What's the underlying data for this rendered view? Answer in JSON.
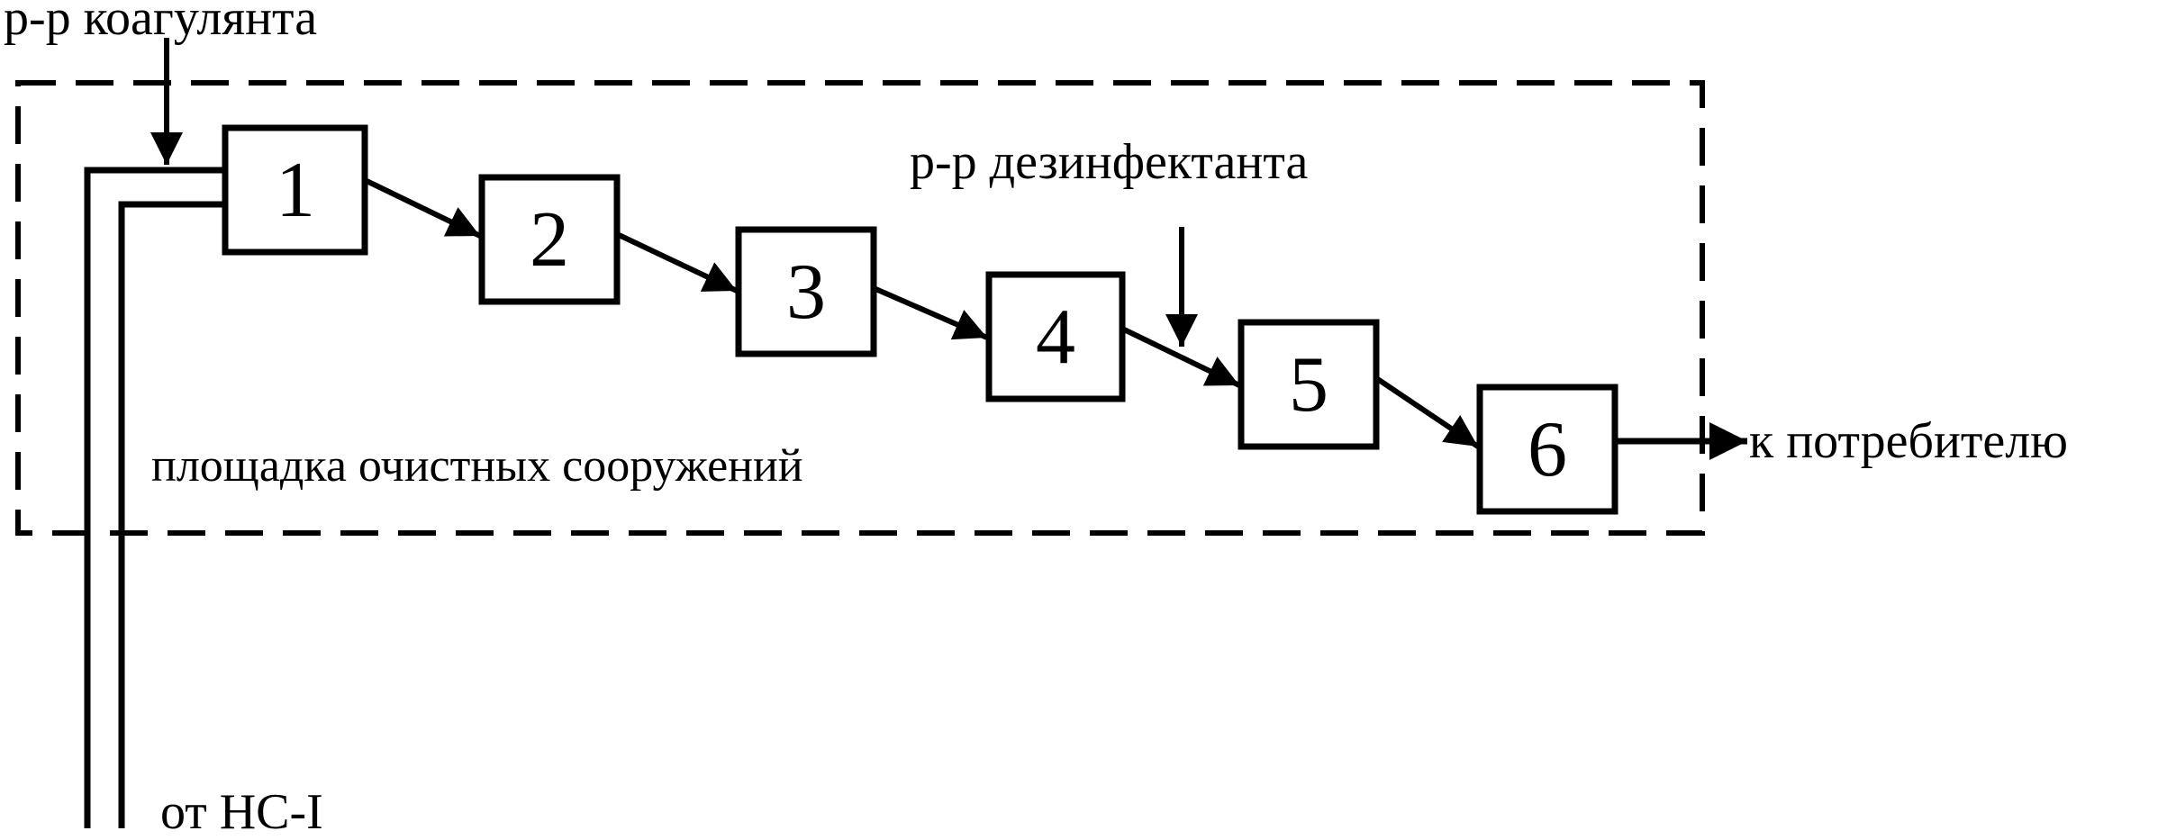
{
  "labels": {
    "coagulant": "р-р коагулянта",
    "disinfectant": "р-р дезинфектанта",
    "site": "площадка очистных сооружений",
    "consumer": "к потребителю",
    "source": "от НС-I"
  },
  "stages": [
    {
      "number": "1"
    },
    {
      "number": "2"
    },
    {
      "number": "3"
    },
    {
      "number": "4"
    },
    {
      "number": "5"
    },
    {
      "number": "6"
    }
  ],
  "colors": {
    "line": "#000000",
    "background": "#ffffff"
  }
}
